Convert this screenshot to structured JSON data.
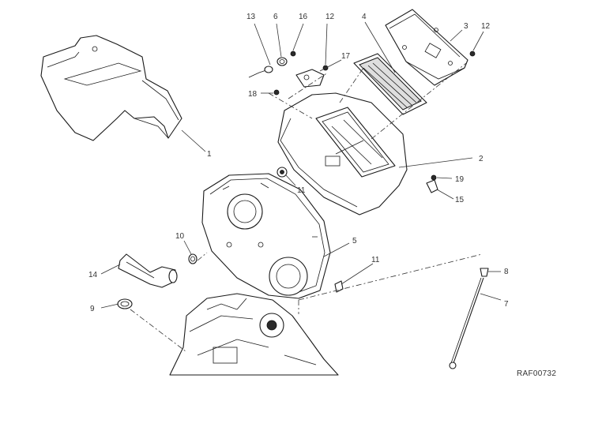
{
  "diagram": {
    "reference_code": "RAF00732",
    "callouts": {
      "c1": "1",
      "c2": "2",
      "c3": "3",
      "c4": "4",
      "c5": "5",
      "c6": "6",
      "c7": "7",
      "c8": "8",
      "c9": "9",
      "c10": "10",
      "c11a": "11",
      "c11b": "11",
      "c12a": "12",
      "c12b": "12",
      "c13": "13",
      "c14": "14",
      "c15": "15",
      "c16": "16",
      "c17": "17",
      "c18": "18",
      "c19": "19"
    }
  }
}
